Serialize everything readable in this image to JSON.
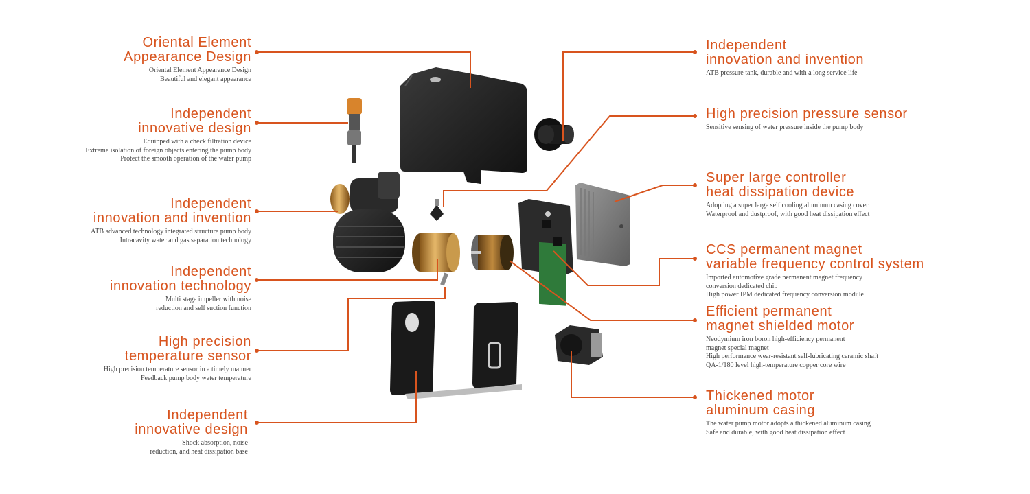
{
  "accent_color": "#d8541e",
  "callouts_left": [
    {
      "title": "Oriental Element\nAppearance Design",
      "desc": "Oriental Element Appearance Design\nBeautiful and elegant appearance"
    },
    {
      "title": "Independent\ninnovative design",
      "desc": "Equipped with a check filtration device\nExtreme isolation of foreign objects entering the pump body\nProtect the smooth operation of the water pump"
    },
    {
      "title": "Independent\ninnovation and invention",
      "desc": "ATB advanced technology integrated structure pump body\nIntracavity water and gas separation technology"
    },
    {
      "title": "Independent\ninnovation technology",
      "desc": "Multi stage impeller with noise\nreduction and self suction function"
    },
    {
      "title": "High precision\ntemperature sensor",
      "desc": "High precision temperature sensor in a timely manner\nFeedback pump body water temperature"
    },
    {
      "title": "Independent\ninnovative design",
      "desc": "Shock absorption, noise\nreduction, and heat dissipation base"
    }
  ],
  "callouts_right": [
    {
      "title": "Independent\ninnovation and invention",
      "desc": "ATB pressure tank, durable and with a long service life"
    },
    {
      "title": "High precision pressure sensor",
      "desc": "Sensitive sensing of water pressure inside the pump body"
    },
    {
      "title": "Super large controller\nheat dissipation device",
      "desc": "Adopting a super large self cooling aluminum casing cover\nWaterproof and dustproof, with good heat dissipation effect"
    },
    {
      "title": "CCS permanent magnet\nvariable frequency control system",
      "desc": "Imported automotive grade permanent magnet frequency\nconversion dedicated chip\nHigh power IPM dedicated frequency conversion module"
    },
    {
      "title": "Efficient permanent\nmagnet shielded motor",
      "desc": "Neodymium iron boron high-efficiency permanent\nmagnet special magnet\nHigh performance wear-resistant self-lubricating ceramic shaft\nQA-1/180 level high-temperature copper core wire"
    },
    {
      "title": "Thickened motor\naluminum casing",
      "desc": "The water pump motor adopts a thickened aluminum casing\nSafe and durable, with good heat dissipation effect"
    }
  ]
}
